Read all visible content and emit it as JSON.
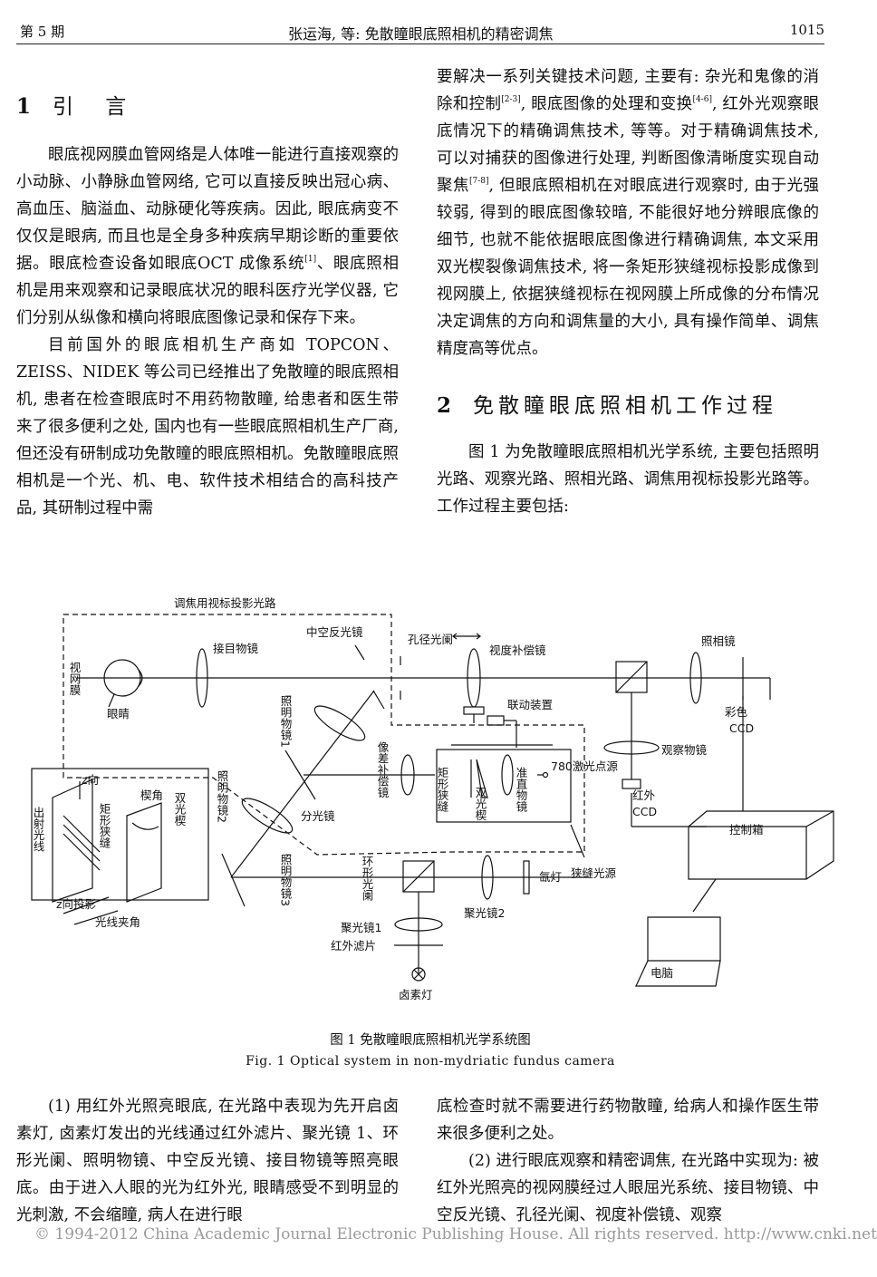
{
  "header": {
    "issue": "第 5 期",
    "title": "张运海, 等: 免散瞳眼底照相机的精密调焦",
    "page": "1015"
  },
  "section1": {
    "num": "1",
    "title": "引 言",
    "para1": "眼底视网膜血管网络是人体唯一能进行直接观察的小动脉、小静脉血管网络, 它可以直接反映出冠心病、高血压、脑溢血、动脉硬化等疾病。因此, 眼底病变不仅仅是眼病, 而且也是全身多种疾病早期诊断的重要依据。眼底检查设备如眼底OCT 成像系统",
    "para1_ref": "[1]",
    "para1_cont": "、眼底照相机是用来观察和记录眼底状况的眼科医疗光学仪器, 它们分别从纵像和横向将眼底图像记录和保存下来。",
    "para2": "目前国外的眼底相机生产商如 TOPCON、ZEISS、NIDEK 等公司已经推出了免散瞳的眼底照相机, 患者在检查眼底时不用药物散瞳, 给患者和医生带来了很多便利之处, 国内也有一些眼底照相机生产厂商, 但还没有研制成功免散瞳的眼底照相机。免散瞳眼底照相机是一个光、机、电、软件技术相结合的高科技产品, 其研制过程中需"
  },
  "right_top": {
    "t1": "要解决一系列关键技术问题, 主要有: 杂光和鬼像的消除和控制",
    "r1": "[2-3]",
    "t2": ", 眼底图像的处理和变换",
    "r2": "[4-6]",
    "t3": ", 红外光观察眼底情况下的精确调焦技术, 等等。对于精确调焦技术, 可以对捕获的图像进行处理, 判断图像清晰度实现自动聚焦",
    "r3": "[7-8]",
    "t4": ", 但眼底照相机在对眼底进行观察时, 由于光强较弱, 得到的眼底图像较暗, 不能很好地分辨眼底像的细节, 也就不能依据眼底图像进行精确调焦, 本文采用双光楔裂像调焦技术, 将一条矩形狭缝视标投影成像到视网膜上, 依据狭缝视标在视网膜上所成像的分布情况决定调焦的方向和调焦量的大小, 具有操作简单、调焦精度高等优点。"
  },
  "section2": {
    "num": "2",
    "title": "免散瞳眼底照相机工作过程",
    "para1": "图 1 为免散瞳眼底照相机光学系统, 主要包括照明光路、观察光路、照相光路、调焦用视标投影光路等。工作过程主要包括:"
  },
  "figure": {
    "dashed_label": "调焦用视标投影光路",
    "retina": "视网膜",
    "eye": "眼睛",
    "eyepiece": "接目物镜",
    "hollow_mirror": "中空反光镜",
    "aperture": "孔径光阑",
    "view_comp": "视度补偿镜",
    "photo_lens": "照相镜",
    "color_ccd_1": "彩色",
    "color_ccd_2": "CCD",
    "illum1": "照明物镜1",
    "linkage": "联动装置",
    "aberr_comp": "像差补偿镜",
    "rect_slit": "矩形狭缝",
    "dual_wedge": "双光楔",
    "collimator": "准直物镜",
    "laser": "780激光点源",
    "obs_lens": "观察物镜",
    "ir_ccd_1": "红外",
    "ir_ccd_2": "CCD",
    "control_box": "控制箱",
    "illum2": "照明物镜2",
    "beam_splitter": "分光镜",
    "slit_source": "狭缝光源",
    "illum3": "照明物镜3",
    "ring_ap": "环形光阑",
    "condenser2": "聚光镜2",
    "xenon": "氙灯",
    "condenser1": "聚光镜1",
    "ir_filter": "红外滤片",
    "halogen": "卤素灯",
    "computer": "电脑",
    "inset_z": "z向",
    "inset_wedge_angle": "楔角",
    "inset_exit": "出射光线",
    "inset_rect_slit": "矩形狭缝",
    "inset_dual_wedge": "双光楔",
    "inset_zproj": "z向投影",
    "inset_ray_angle": "光线夹角"
  },
  "caption": {
    "zh": "图 1   免散瞳眼底照相机光学系统图",
    "en": "Fig. 1   Optical system in non-mydriatic fundus camera"
  },
  "bottom_left": {
    "text": "(1) 用红外光照亮眼底, 在光路中表现为先开启卤素灯, 卤素灯发出的光线通过红外滤片、聚光镜 1、环形光阑、照明物镜、中空反光镜、接目物镜等照亮眼底。由于进入人眼的光为红外光, 眼睛感受不到明显的光刺激, 不会缩瞳, 病人在进行眼"
  },
  "bottom_right": {
    "text1": "底检查时就不需要进行药物散瞳, 给病人和操作医生带来很多便利之处。",
    "text2": "(2) 进行眼底观察和精密调焦, 在光路中实现为: 被红外光照亮的视网膜经过人眼屈光系统、接目物镜、中空反光镜、孔径光阑、视度补偿镜、观察"
  },
  "footer": "© 1994-2012 China Academic Journal Electronic Publishing House. All rights reserved.    http://www.cnki.net"
}
